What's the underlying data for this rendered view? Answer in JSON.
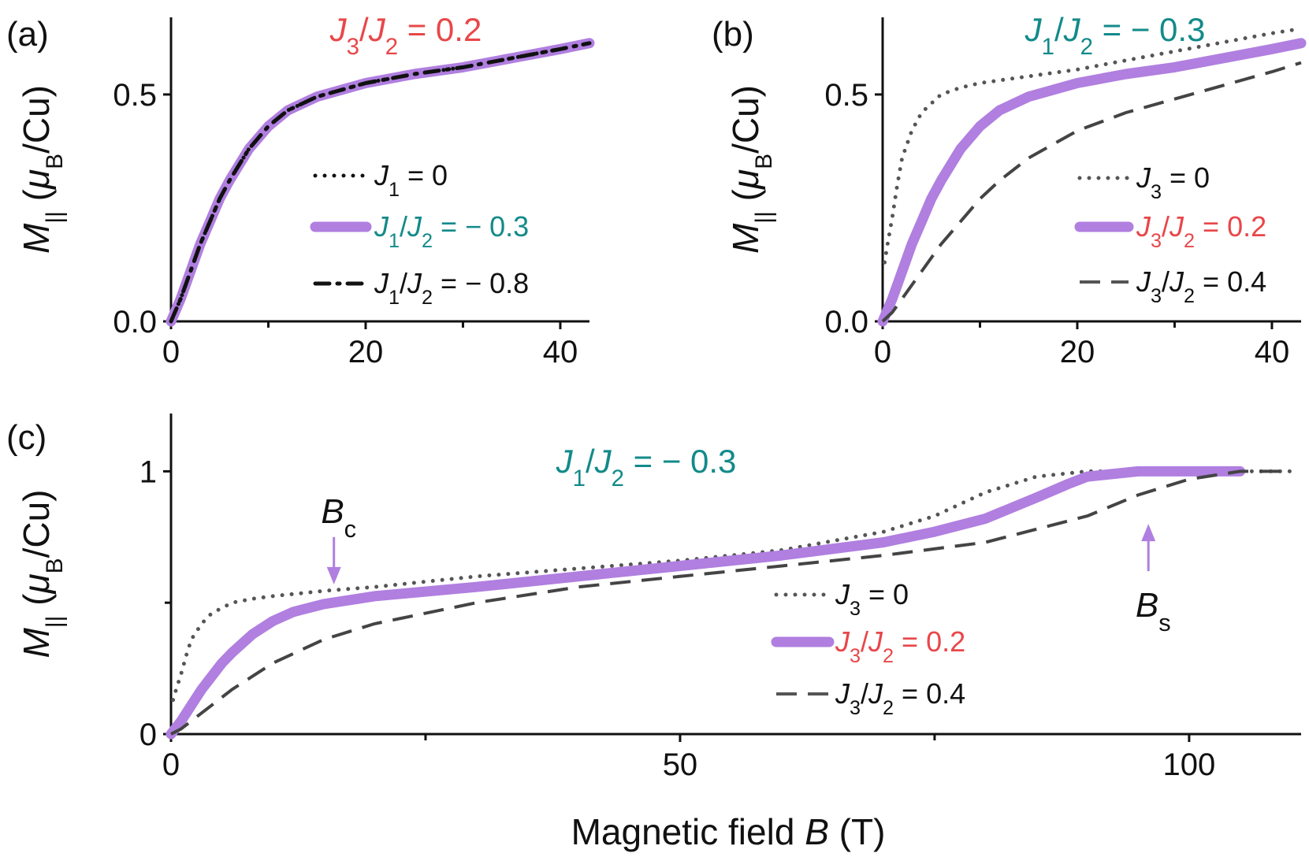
{
  "colors": {
    "purple": "#b07fe0",
    "red": "#e8474a",
    "teal": "#138a8a",
    "black": "#111111",
    "gray": "#555555",
    "darkgray": "#444444"
  },
  "chart_data": [
    {
      "panel": "(a)",
      "type": "line",
      "header": {
        "sym1": "J",
        "sub1": "3",
        "sym2": "J",
        "sub2": "2",
        "value": " = 0.2",
        "color": "red"
      },
      "xlim": [
        0,
        43
      ],
      "ylim": [
        0,
        0.67
      ],
      "xticks": [
        0,
        20,
        40
      ],
      "xticks_minor": [
        10,
        30
      ],
      "yticks": [
        0.0,
        0.5
      ],
      "ytick_labels": [
        "0.0",
        "0.5"
      ],
      "ylabel": {
        "sym": "M",
        "sub": "||",
        "unit_open": " (",
        "mu": "μ",
        "mu_sub": "B",
        "unit_close": "/Cu)"
      },
      "legend": [
        {
          "sym1": "J",
          "sub1": "1",
          "sym2": "",
          "sub2": "",
          "value": " = 0",
          "color": "black",
          "style": "dotted"
        },
        {
          "sym1": "J",
          "sub1": "1",
          "sym2": "J",
          "sub2": "2",
          "value": " = − 0.3",
          "color": "teal",
          "style": "thick"
        },
        {
          "sym1": "J",
          "sub1": "1",
          "sym2": "J",
          "sub2": "2",
          "value": " = − 0.8",
          "color": "black",
          "style": "dashdot"
        }
      ],
      "series": [
        {
          "style": "thick",
          "color": "purple",
          "x": [
            0,
            1,
            2,
            3,
            4,
            5,
            6,
            8,
            10,
            12,
            15,
            20,
            25,
            30,
            35,
            40,
            43
          ],
          "y": [
            0,
            0.05,
            0.11,
            0.17,
            0.22,
            0.27,
            0.31,
            0.38,
            0.43,
            0.465,
            0.495,
            0.525,
            0.545,
            0.56,
            0.58,
            0.6,
            0.613
          ]
        },
        {
          "style": "dotted",
          "color": "black",
          "x": [
            0,
            1,
            2,
            3,
            4,
            5,
            6,
            8,
            10,
            12,
            15,
            20,
            25,
            30,
            35,
            40,
            43
          ],
          "y": [
            0,
            0.05,
            0.11,
            0.17,
            0.22,
            0.27,
            0.31,
            0.38,
            0.43,
            0.465,
            0.495,
            0.525,
            0.545,
            0.56,
            0.58,
            0.6,
            0.613
          ]
        },
        {
          "style": "dashdot",
          "color": "black",
          "x": [
            0,
            1,
            2,
            3,
            4,
            5,
            6,
            8,
            10,
            12,
            15,
            20,
            25,
            30,
            35,
            40,
            43
          ],
          "y": [
            0,
            0.05,
            0.11,
            0.17,
            0.22,
            0.27,
            0.31,
            0.38,
            0.43,
            0.465,
            0.495,
            0.525,
            0.545,
            0.56,
            0.58,
            0.6,
            0.613
          ]
        }
      ]
    },
    {
      "panel": "(b)",
      "type": "line",
      "header": {
        "sym1": "J",
        "sub1": "1",
        "sym2": "J",
        "sub2": "2",
        "value": " = − 0.3",
        "color": "teal"
      },
      "xlim": [
        0,
        43
      ],
      "ylim": [
        0,
        0.67
      ],
      "xticks": [
        0,
        20,
        40
      ],
      "xticks_minor": [
        10,
        30
      ],
      "yticks": [
        0.0,
        0.5
      ],
      "ytick_labels": [
        "0.0",
        "0.5"
      ],
      "ylabel": {
        "sym": "M",
        "sub": "||",
        "unit_open": " (",
        "mu": "μ",
        "mu_sub": "B",
        "unit_close": "/Cu)"
      },
      "legend": [
        {
          "sym1": "J",
          "sub1": "3",
          "sym2": "",
          "sub2": "",
          "value": " = 0",
          "color": "black",
          "style": "dotted"
        },
        {
          "sym1": "J",
          "sub1": "3",
          "sym2": "J",
          "sub2": "2",
          "value": " = 0.2",
          "color": "red",
          "style": "thick"
        },
        {
          "sym1": "J",
          "sub1": "3",
          "sym2": "J",
          "sub2": "2",
          "value": " = 0.4",
          "color": "black",
          "style": "dashed"
        }
      ],
      "series": [
        {
          "style": "dotted",
          "color": "gray",
          "x": [
            0.2,
            0.5,
            1,
            1.5,
            2,
            3,
            4,
            5,
            6,
            8,
            10,
            15,
            20,
            25,
            30,
            35,
            40,
            43
          ],
          "y": [
            0.13,
            0.17,
            0.23,
            0.3,
            0.36,
            0.42,
            0.46,
            0.48,
            0.5,
            0.515,
            0.525,
            0.54,
            0.555,
            0.575,
            0.595,
            0.615,
            0.635,
            0.645
          ]
        },
        {
          "style": "thick",
          "color": "purple",
          "x": [
            0,
            1,
            2,
            3,
            4,
            5,
            6,
            8,
            10,
            12,
            15,
            20,
            25,
            30,
            35,
            40,
            43
          ],
          "y": [
            0,
            0.05,
            0.11,
            0.17,
            0.22,
            0.27,
            0.31,
            0.38,
            0.43,
            0.465,
            0.495,
            0.525,
            0.545,
            0.56,
            0.58,
            0.6,
            0.613
          ]
        },
        {
          "style": "dashed",
          "color": "darkgray",
          "x": [
            0,
            1,
            2,
            4,
            6,
            8,
            10,
            12,
            15,
            20,
            25,
            30,
            35,
            40,
            43
          ],
          "y": [
            0,
            0.02,
            0.05,
            0.11,
            0.17,
            0.22,
            0.27,
            0.31,
            0.36,
            0.42,
            0.46,
            0.49,
            0.52,
            0.55,
            0.57
          ]
        }
      ]
    },
    {
      "panel": "(c)",
      "type": "line",
      "header": {
        "sym1": "J",
        "sub1": "1",
        "sym2": "J",
        "sub2": "2",
        "value": " = − 0.3",
        "color": "teal"
      },
      "xlim": [
        0,
        111
      ],
      "ylim": [
        0,
        1.22
      ],
      "xticks": [
        0,
        50,
        100
      ],
      "xticks_minor": [
        25,
        75
      ],
      "yticks": [
        0,
        1
      ],
      "ytick_labels": [
        "0",
        "1"
      ],
      "yticks_minor": [
        0.5
      ],
      "xlabel": {
        "text": "Magnetic field ",
        "sym": "B",
        "unit": " (T)"
      },
      "ylabel": {
        "sym": "M",
        "sub": "||",
        "unit_open": " (",
        "mu": "μ",
        "mu_sub": "B",
        "unit_close": "/Cu)"
      },
      "annotations": [
        {
          "sym": "B",
          "sub": "c",
          "x": 16,
          "y_tip": 0.57,
          "direction": "down"
        },
        {
          "sym": "B",
          "sub": "s",
          "x": 96,
          "y_tip": 0.8,
          "direction": "up"
        }
      ],
      "legend": [
        {
          "sym1": "J",
          "sub1": "3",
          "sym2": "",
          "sub2": "",
          "value": " = 0",
          "color": "black",
          "style": "dotted"
        },
        {
          "sym1": "J",
          "sub1": "3",
          "sym2": "J",
          "sub2": "2",
          "value": " = 0.2",
          "color": "red",
          "style": "thick"
        },
        {
          "sym1": "J",
          "sub1": "3",
          "sym2": "J",
          "sub2": "2",
          "value": " = 0.4",
          "color": "black",
          "style": "dashed"
        }
      ],
      "series": [
        {
          "style": "dotted",
          "color": "gray",
          "x": [
            0.2,
            0.5,
            1,
            1.5,
            2,
            3,
            4,
            5,
            6,
            8,
            10,
            15,
            20,
            30,
            40,
            50,
            60,
            70,
            75,
            80,
            85,
            90,
            95,
            100,
            105,
            110
          ],
          "y": [
            0.13,
            0.17,
            0.23,
            0.3,
            0.36,
            0.42,
            0.46,
            0.48,
            0.5,
            0.515,
            0.525,
            0.545,
            0.56,
            0.6,
            0.63,
            0.66,
            0.7,
            0.77,
            0.83,
            0.92,
            0.98,
            1.0,
            1.0,
            1.0,
            1.0,
            1.0
          ]
        },
        {
          "style": "thick",
          "color": "purple",
          "x": [
            0,
            1,
            2,
            3,
            4,
            5,
            6,
            8,
            10,
            12,
            15,
            20,
            30,
            40,
            50,
            60,
            70,
            75,
            80,
            85,
            88,
            90,
            95,
            100,
            105
          ],
          "y": [
            0,
            0.05,
            0.11,
            0.17,
            0.22,
            0.27,
            0.31,
            0.38,
            0.43,
            0.465,
            0.495,
            0.525,
            0.56,
            0.6,
            0.64,
            0.68,
            0.73,
            0.77,
            0.82,
            0.9,
            0.95,
            0.98,
            1.0,
            1.0,
            1.0
          ]
        },
        {
          "style": "dashed",
          "color": "darkgray",
          "x": [
            0,
            1,
            2,
            4,
            6,
            8,
            10,
            15,
            20,
            30,
            40,
            50,
            60,
            70,
            80,
            90,
            95,
            100,
            105,
            110
          ],
          "y": [
            0,
            0.02,
            0.05,
            0.11,
            0.17,
            0.22,
            0.27,
            0.36,
            0.42,
            0.5,
            0.56,
            0.6,
            0.64,
            0.68,
            0.73,
            0.83,
            0.91,
            0.97,
            1.0,
            1.0
          ]
        }
      ]
    }
  ]
}
